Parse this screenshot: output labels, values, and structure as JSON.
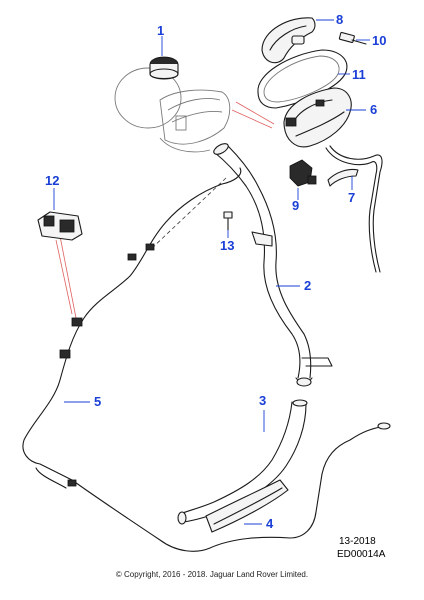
{
  "callouts": [
    {
      "id": "c1",
      "label": "1"
    },
    {
      "id": "c2",
      "label": "2"
    },
    {
      "id": "c3",
      "label": "3"
    },
    {
      "id": "c4",
      "label": "4"
    },
    {
      "id": "c5",
      "label": "5"
    },
    {
      "id": "c6",
      "label": "6"
    },
    {
      "id": "c7",
      "label": "7"
    },
    {
      "id": "c8",
      "label": "8"
    },
    {
      "id": "c9",
      "label": "9"
    },
    {
      "id": "c10",
      "label": "10"
    },
    {
      "id": "c11",
      "label": "11"
    },
    {
      "id": "c12",
      "label": "12"
    },
    {
      "id": "c13",
      "label": "13"
    }
  ],
  "reference": {
    "date_code": "13-2018",
    "drawing_id": "ED00014A"
  },
  "footer": {
    "copyright": "© Copyright, 2016 - 2018. Jaguar Land Rover Limited."
  },
  "colors": {
    "callout": "#1a3fd6",
    "line": "#1b1b1b",
    "accent_line": "#e06060"
  }
}
